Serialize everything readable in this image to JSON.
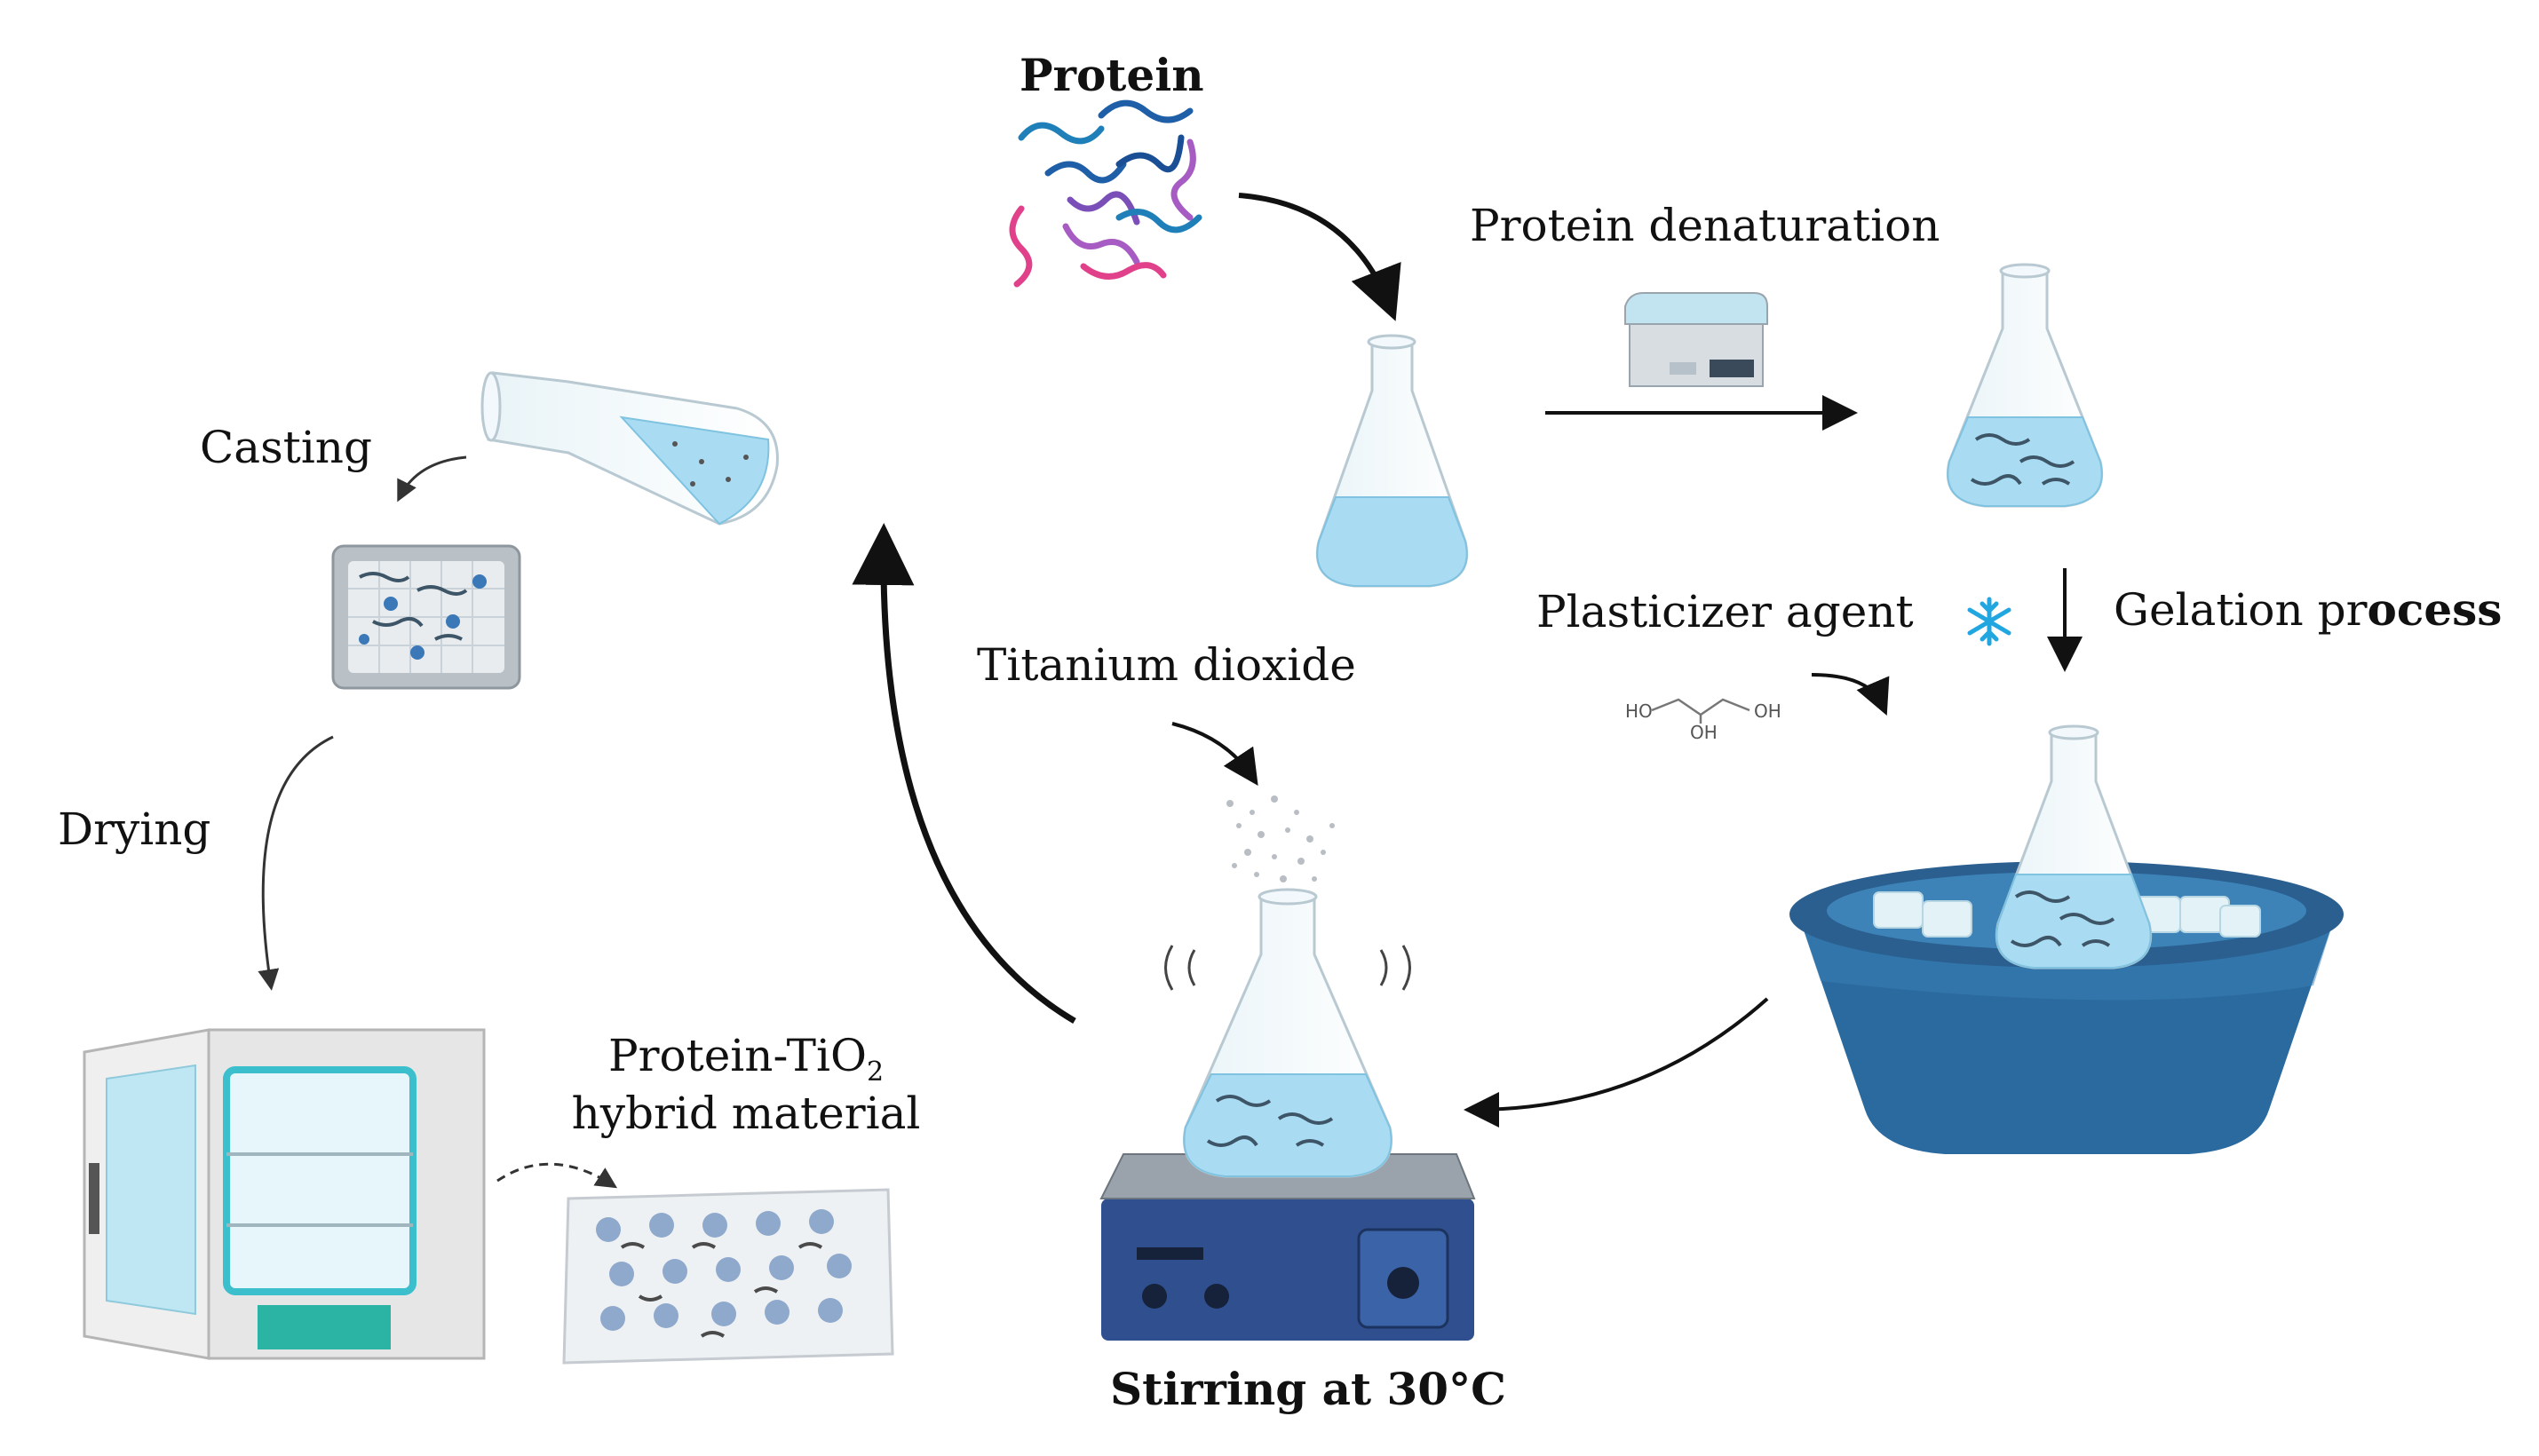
{
  "labels": {
    "protein": "Protein",
    "protein_denaturation": "Protein denaturation",
    "plasticizer_agent": "Plasticizer agent",
    "gelation_process_pre": "Gelation pr",
    "gelation_process_bold": "ocess",
    "titanium_dioxide": "Titanium dioxide",
    "stirring": "Stirring at  30°C",
    "casting": "Casting",
    "drying": "Drying",
    "hybrid_line1_pre": "Protein-TiO",
    "hybrid_line1_sub": "2",
    "hybrid_line2": "hybrid material"
  },
  "glycerol": {
    "ho_left": "HO",
    "oh_mid": "OH",
    "oh_right": "OH"
  },
  "icons": {
    "cold": "snowflake-icon"
  },
  "colors": {
    "liquid": "#a9dcf2",
    "basin": "#2b6a9e",
    "stirrer": "#2f4f8f",
    "oven_display": "#2bb3a4",
    "arrow": "#111111"
  }
}
